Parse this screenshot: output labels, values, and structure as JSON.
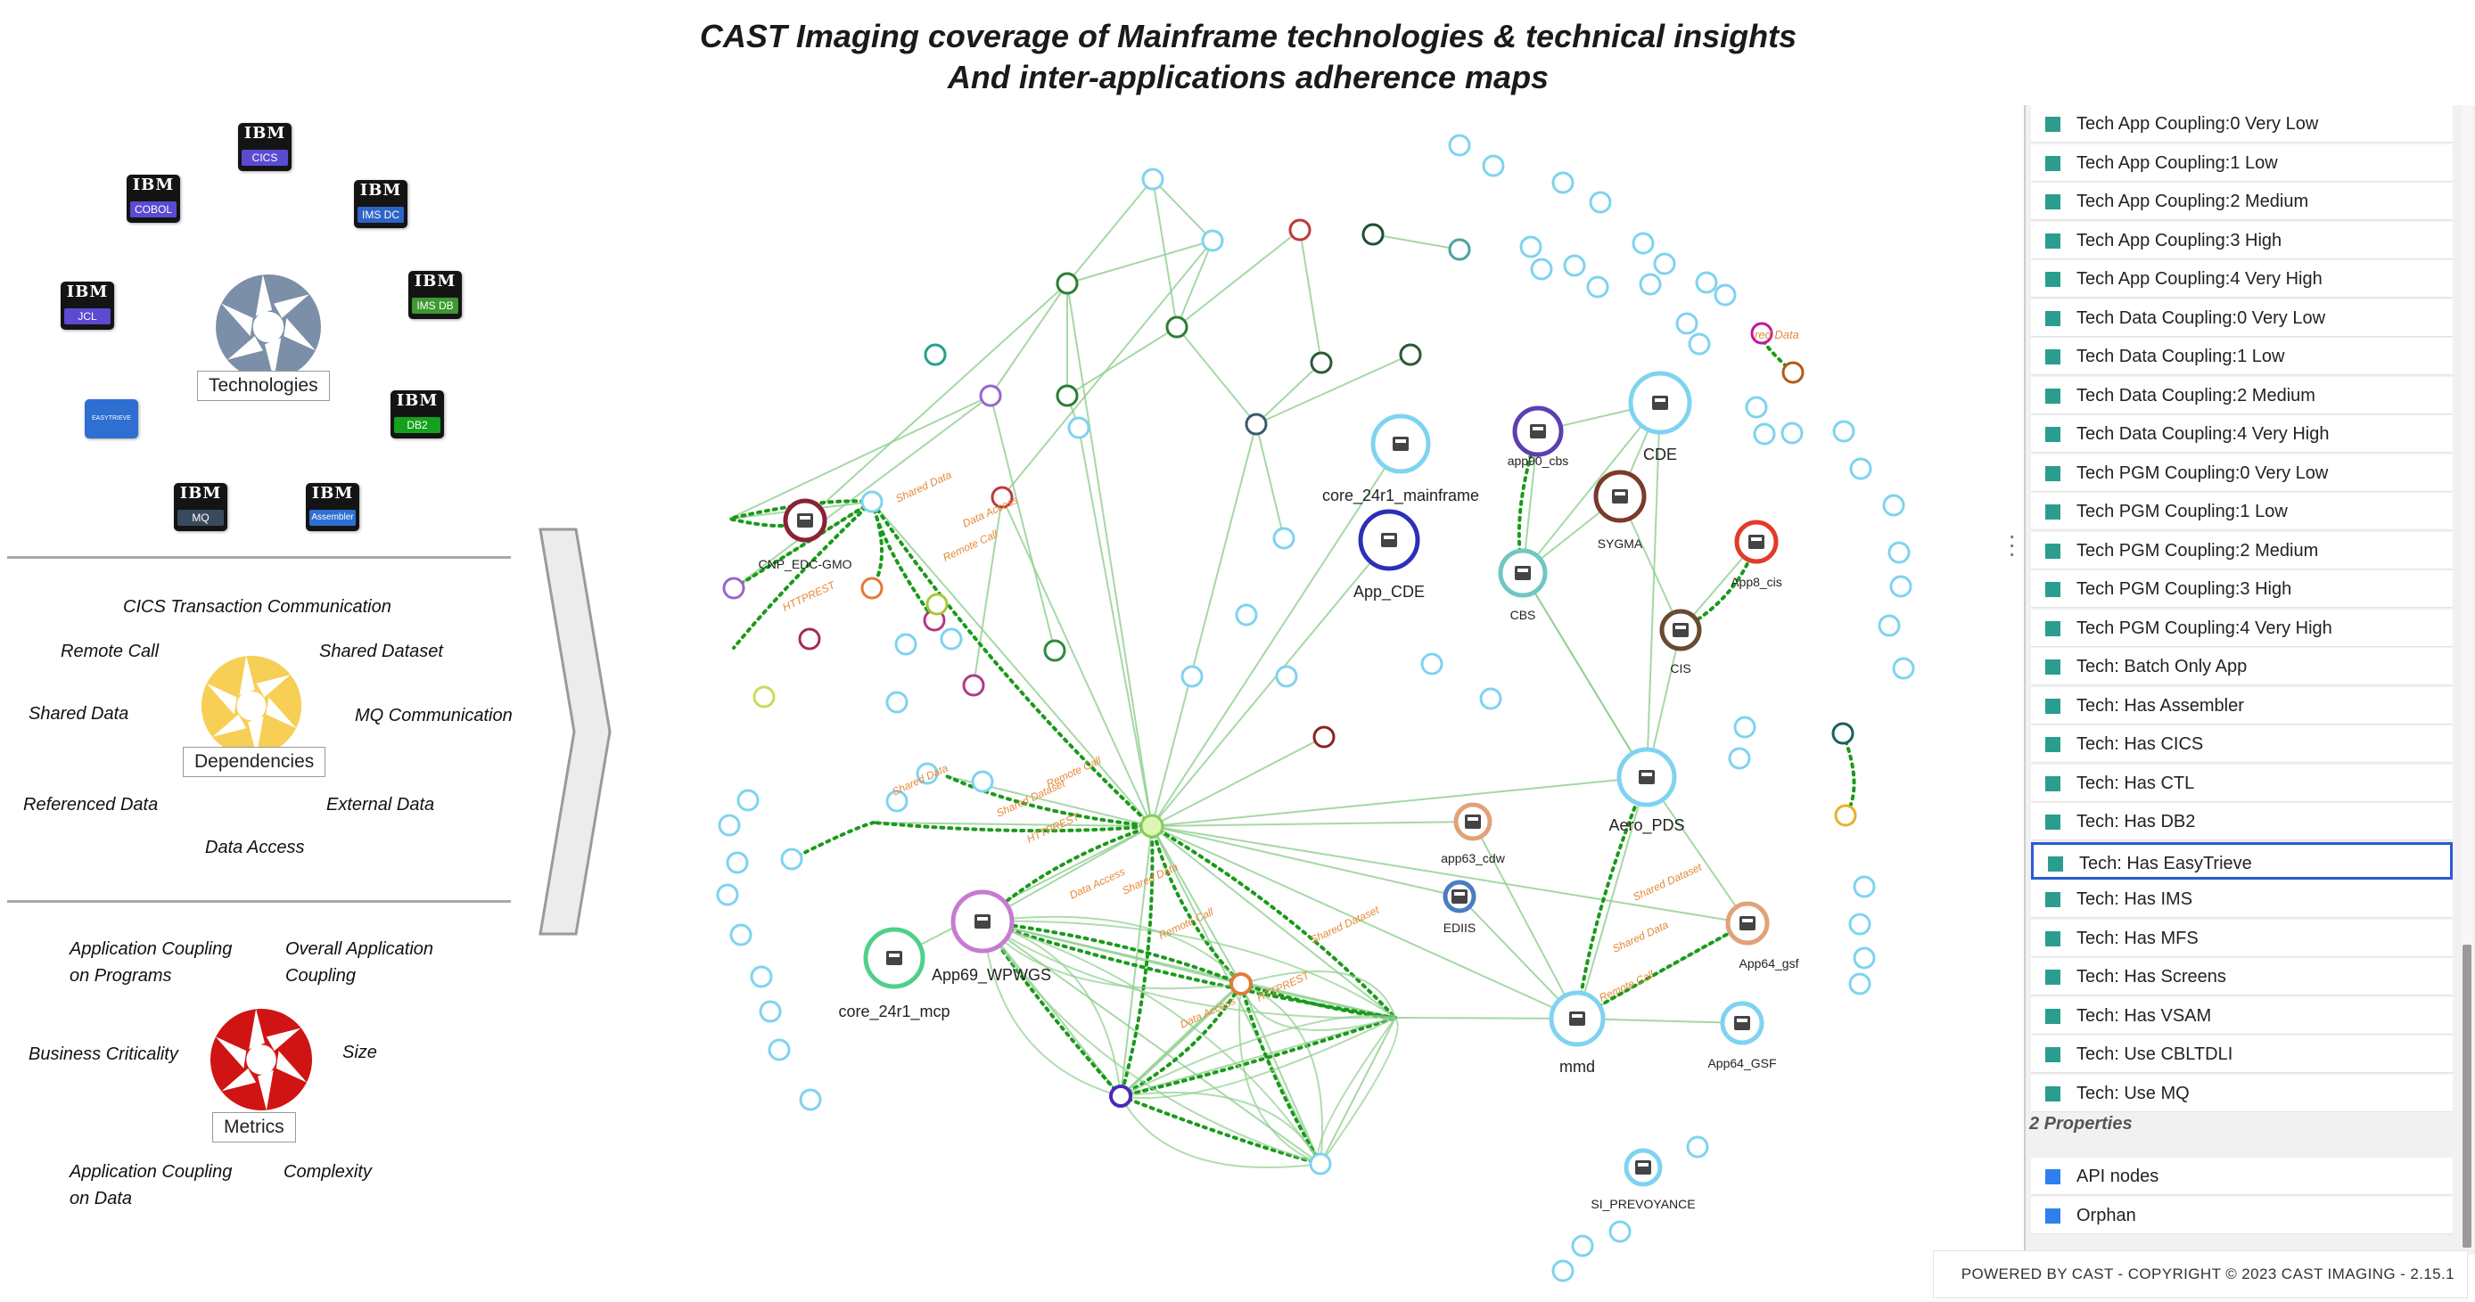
{
  "header": {
    "title_line1": "CAST Imaging coverage of Mainframe technologies & technical insights",
    "title_line2": "And inter-applications adherence maps"
  },
  "technologies": {
    "label": "Technologies",
    "ibm_logo": "IBM",
    "items": [
      {
        "name": "CICS",
        "color": "#5b4bd1"
      },
      {
        "name": "COBOL",
        "color": "#5b4bd1"
      },
      {
        "name": "IMS DC",
        "color": "#2e63c8"
      },
      {
        "name": "JCL",
        "color": "#5b4bd1"
      },
      {
        "name": "IMS DB",
        "color": "#3d9a2f"
      },
      {
        "name": "DB2",
        "color": "#14a11d"
      },
      {
        "name": "MQ",
        "color": "#3a4a5e"
      },
      {
        "name": "Assembler",
        "color": "#2e6fd1"
      }
    ],
    "easytrieve": "EASYTRIEVE"
  },
  "dependencies": {
    "label": "Dependencies",
    "items": [
      "CICS Transaction Communication",
      "Remote Call",
      "Shared Dataset",
      "Shared Data",
      "MQ Communication",
      "Referenced Data",
      "External Data",
      "Data Access"
    ]
  },
  "metrics": {
    "label": "Metrics",
    "coupling_programs": [
      "Application Coupling",
      "on Programs"
    ],
    "overall_coupling": [
      "Overall Application",
      "Coupling"
    ],
    "business_criticality": "Business Criticality",
    "size": "Size",
    "coupling_data": [
      "Application Coupling",
      "on Data"
    ],
    "complexity": "Complexity"
  },
  "graph": {
    "node_labels": {
      "core_mainframe": "core_24r1_mainframe",
      "cde": "CDE",
      "app_cde": "App_CDE",
      "cbs": "CBS",
      "sygma": "SYGMA",
      "cis": "CIS",
      "aero": "Aero_PDS",
      "app69": "App69_WPWGS",
      "core_mcp": "core_24r1_mcp",
      "mmd": "mmd",
      "app64": "App64_GSF",
      "cnp": "CNP_EDC-GMO",
      "app90": "app90_cbs",
      "app_cis": "App8_cis",
      "app63": "app63_cdw",
      "gsf": "App64_gsf",
      "ediis": "EDIIS",
      "prevoyance": "SI_PREVOYANCE",
      "red_data": "red Data"
    },
    "edge_labels": [
      "Shared Data",
      "Remote Call",
      "Shared Dataset",
      "HTTPREST",
      "Data Access"
    ],
    "colors": {
      "edge": "#8fcf8f",
      "edge_strong": "#1a9a1a",
      "node": "#7fd3f0",
      "edge_label": "#e58a3a"
    }
  },
  "legend_panel": {
    "items": [
      {
        "label": "Tech App Coupling:0 Very Low"
      },
      {
        "label": "Tech App Coupling:1 Low"
      },
      {
        "label": "Tech App Coupling:2 Medium"
      },
      {
        "label": "Tech App Coupling:3 High"
      },
      {
        "label": "Tech App Coupling:4 Very High"
      },
      {
        "label": "Tech Data Coupling:0 Very Low"
      },
      {
        "label": "Tech Data Coupling:1 Low"
      },
      {
        "label": "Tech Data Coupling:2 Medium"
      },
      {
        "label": "Tech Data Coupling:4 Very High"
      },
      {
        "label": "Tech PGM Coupling:0 Very Low"
      },
      {
        "label": "Tech PGM Coupling:1 Low"
      },
      {
        "label": "Tech PGM Coupling:2 Medium"
      },
      {
        "label": "Tech PGM Coupling:3 High"
      },
      {
        "label": "Tech PGM Coupling:4 Very High"
      },
      {
        "label": "Tech: Batch Only App"
      },
      {
        "label": "Tech: Has Assembler"
      },
      {
        "label": "Tech: Has CICS"
      },
      {
        "label": "Tech: Has CTL"
      },
      {
        "label": "Tech: Has DB2"
      },
      {
        "label": "Tech: Has EasyTrieve",
        "selected": true
      },
      {
        "label": "Tech: Has IMS"
      },
      {
        "label": "Tech: Has MFS"
      },
      {
        "label": "Tech: Has Screens"
      },
      {
        "label": "Tech: Has VSAM"
      },
      {
        "label": "Tech: Use CBLTDLI"
      },
      {
        "label": "Tech: Use MQ"
      }
    ],
    "properties_header": "2 Properties",
    "properties": [
      {
        "label": "API nodes"
      },
      {
        "label": "Orphan"
      }
    ],
    "swatch_color": "#2a9d8f",
    "property_color": "#2f80ed"
  },
  "footer": {
    "text": "POWERED BY CAST - COPYRIGHT © 2023 CAST IMAGING - 2.15.1"
  }
}
